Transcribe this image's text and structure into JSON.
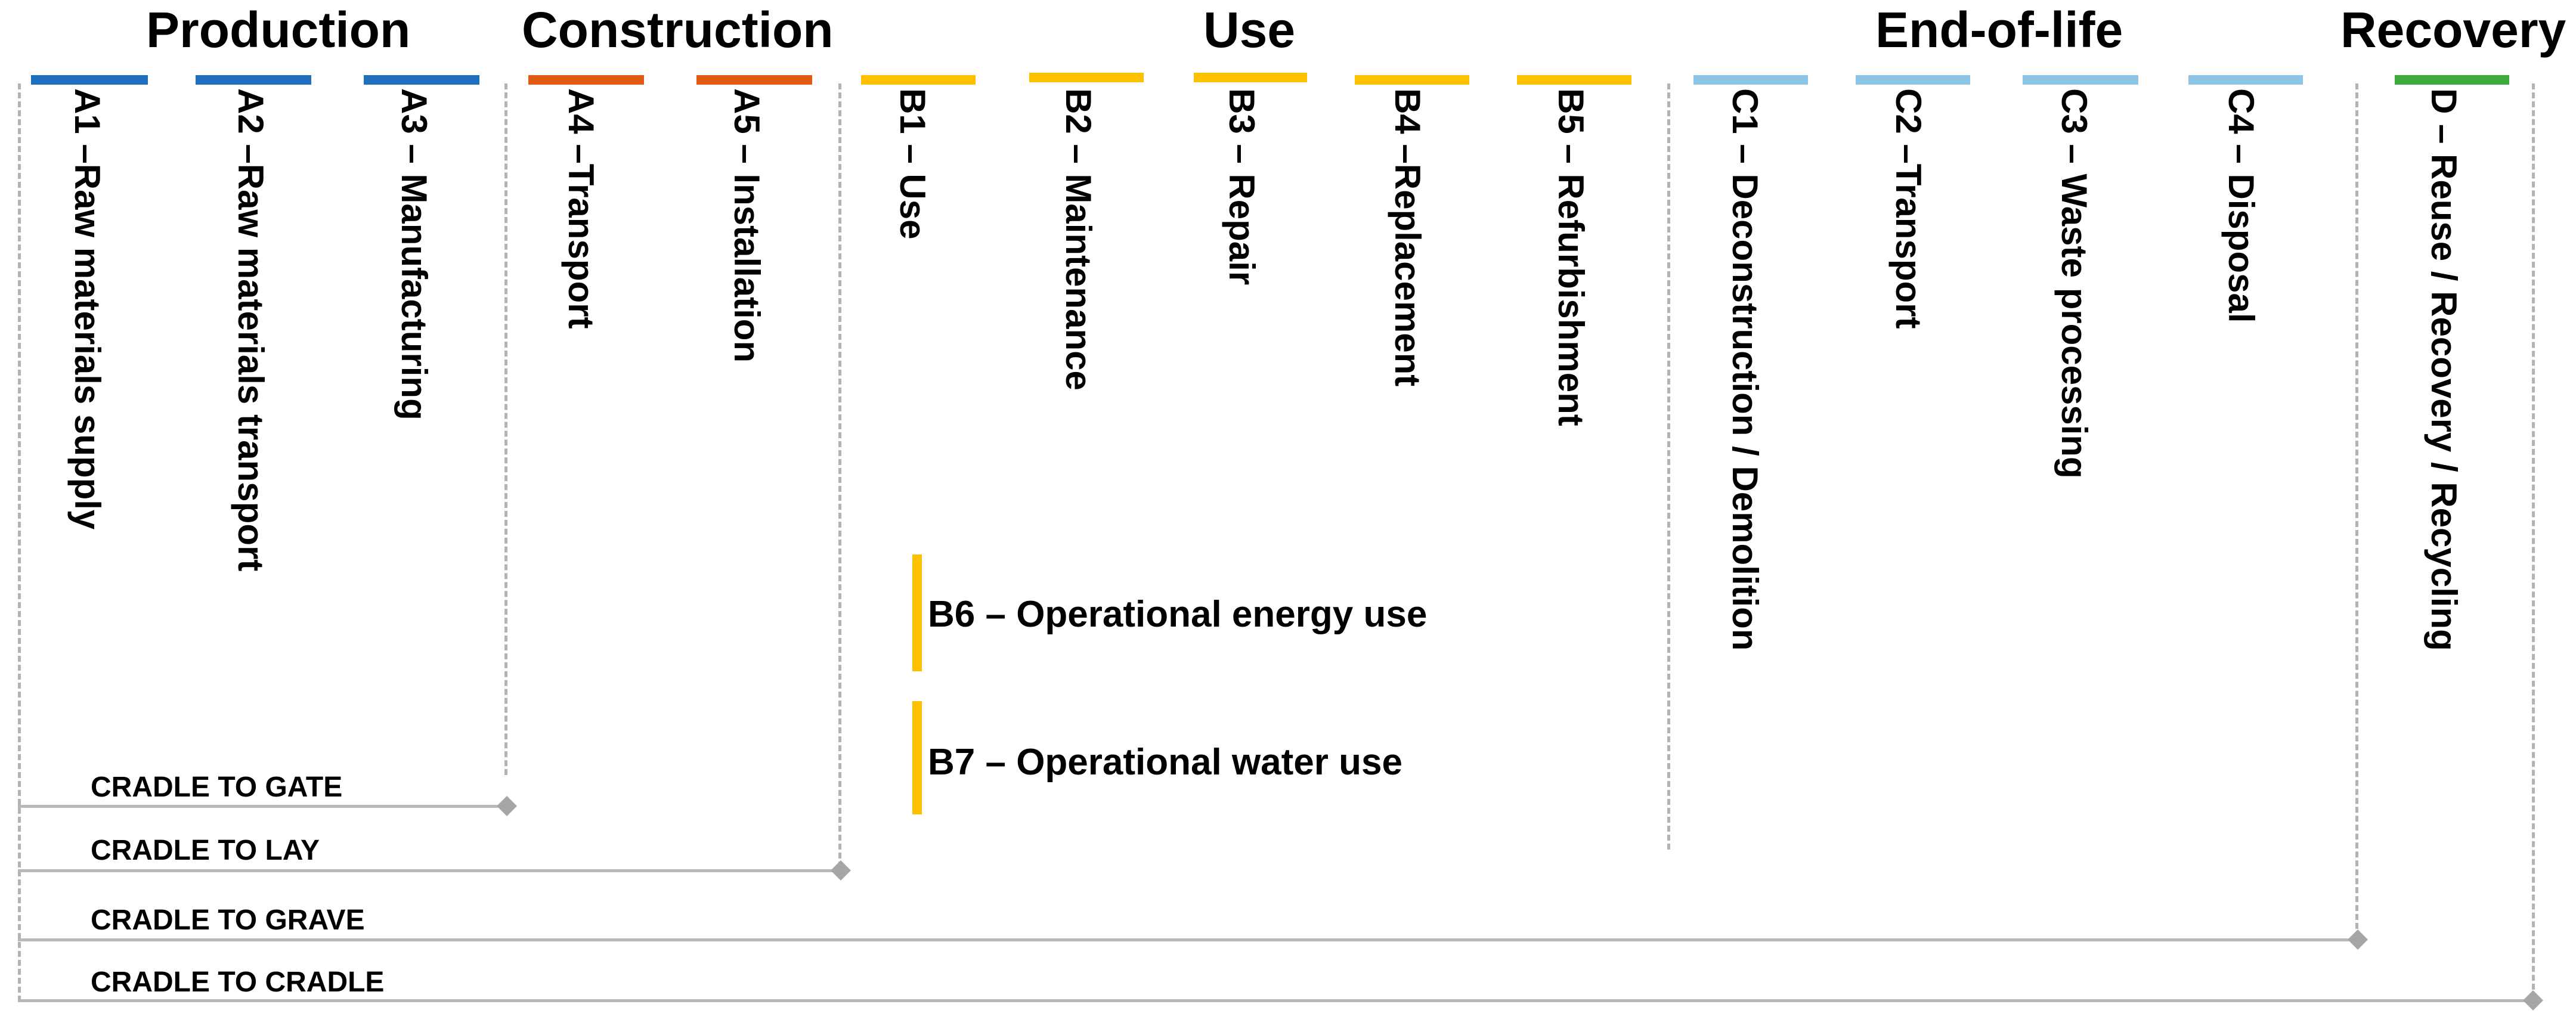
{
  "colors": {
    "production": "#1F6FC1",
    "construction": "#E05A12",
    "use": "#FFC000",
    "end_of_life": "#8EC5E6",
    "recovery": "#3DAA3D",
    "dashed_line": "#B3B3B3",
    "scope_line": "#B8B8B8",
    "marker": "#A6A6A6"
  },
  "stages": {
    "production": "Production",
    "construction": "Construction",
    "use": "Use",
    "end_of_life": "End-of-life",
    "recovery": "Recovery"
  },
  "modules": {
    "a1": "A1 –Raw materials supply",
    "a2": "A2 –Raw materials transport",
    "a3": "A3 – Manufacturing",
    "a4": "A4 –Transport",
    "a5": "A5 – Installation",
    "b1": "B1 – Use",
    "b2": "B2 – Maintenance",
    "b3": "B3 – Repair",
    "b4": "B4 –Replacement",
    "b5": "B5 – Refurbishment",
    "c1": "C1 – Deconstruction / Demolition",
    "c2": "C2 –Transport",
    "c3": "C3 – Waste processing",
    "c4": "C4 – Disposal",
    "d": "D – Reuse / Recovery / Recycling"
  },
  "operational": {
    "b6": "B6 – Operational energy use",
    "b7": "B7 – Operational water use"
  },
  "scopes": {
    "cradle_to_gate": "CRADLE TO GATE",
    "cradle_to_lay": "CRADLE TO LAY",
    "cradle_to_grave": "CRADLE TO GRAVE",
    "cradle_to_cradle": "CRADLE TO CRADLE"
  }
}
